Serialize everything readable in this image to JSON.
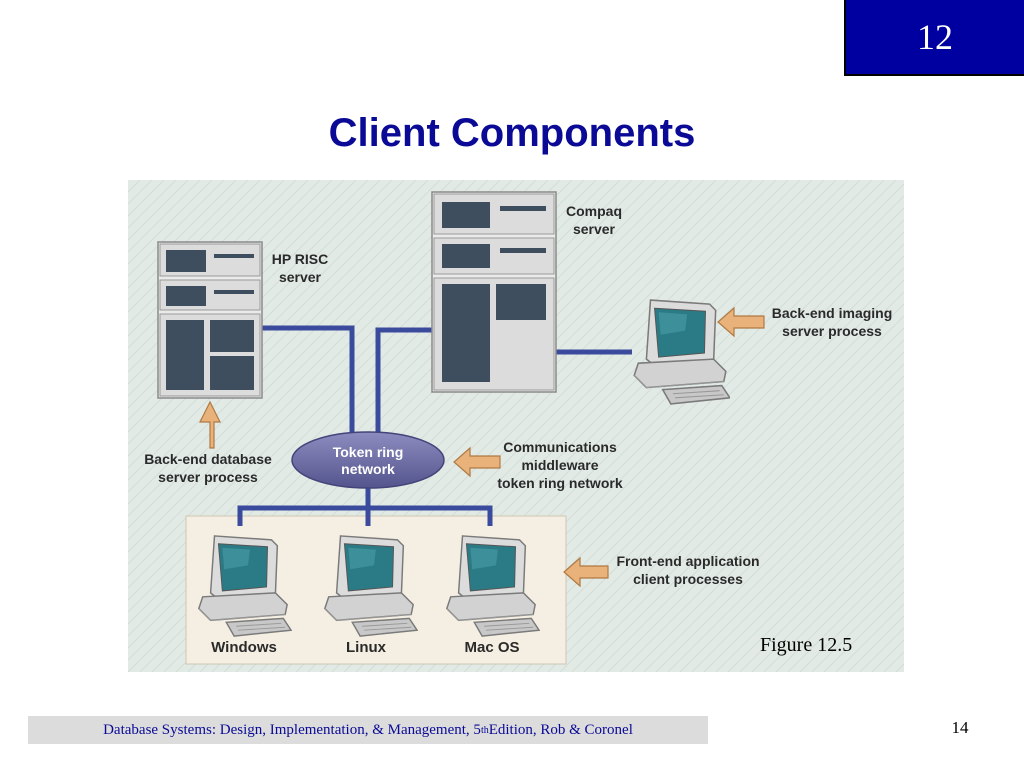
{
  "chapter_badge": "12",
  "title": "Client Components",
  "diagram": {
    "servers": {
      "hp_risc": [
        "HP RISC",
        "server"
      ],
      "compaq": [
        "Compaq",
        "server"
      ]
    },
    "network": [
      "Token ring",
      "network"
    ],
    "labels": {
      "backend_database": [
        "Back-end database",
        "server process"
      ],
      "backend_imaging": [
        "Back-end imaging",
        "server process"
      ],
      "middleware": [
        "Communications",
        "middleware",
        "token ring network"
      ],
      "frontend": [
        "Front-end application",
        "client processes"
      ]
    },
    "clients": [
      "Windows",
      "Linux",
      "Mac OS"
    ]
  },
  "figure_caption": "Figure 12.5",
  "footer": {
    "text_before": "Database Systems: Design, Implementation, & Management, 5",
    "superscript": "th",
    "text_after": " Edition, Rob & Coronel"
  },
  "page_number": "14",
  "colors": {
    "badge": "#0000a0",
    "title": "#0a0a96",
    "cable": "#3a4a9c",
    "network_oval": "#6a6aa6",
    "arrow": "#e8b27a",
    "panel_bg": "#e3ebe6",
    "client_box": "#f4efe2"
  }
}
